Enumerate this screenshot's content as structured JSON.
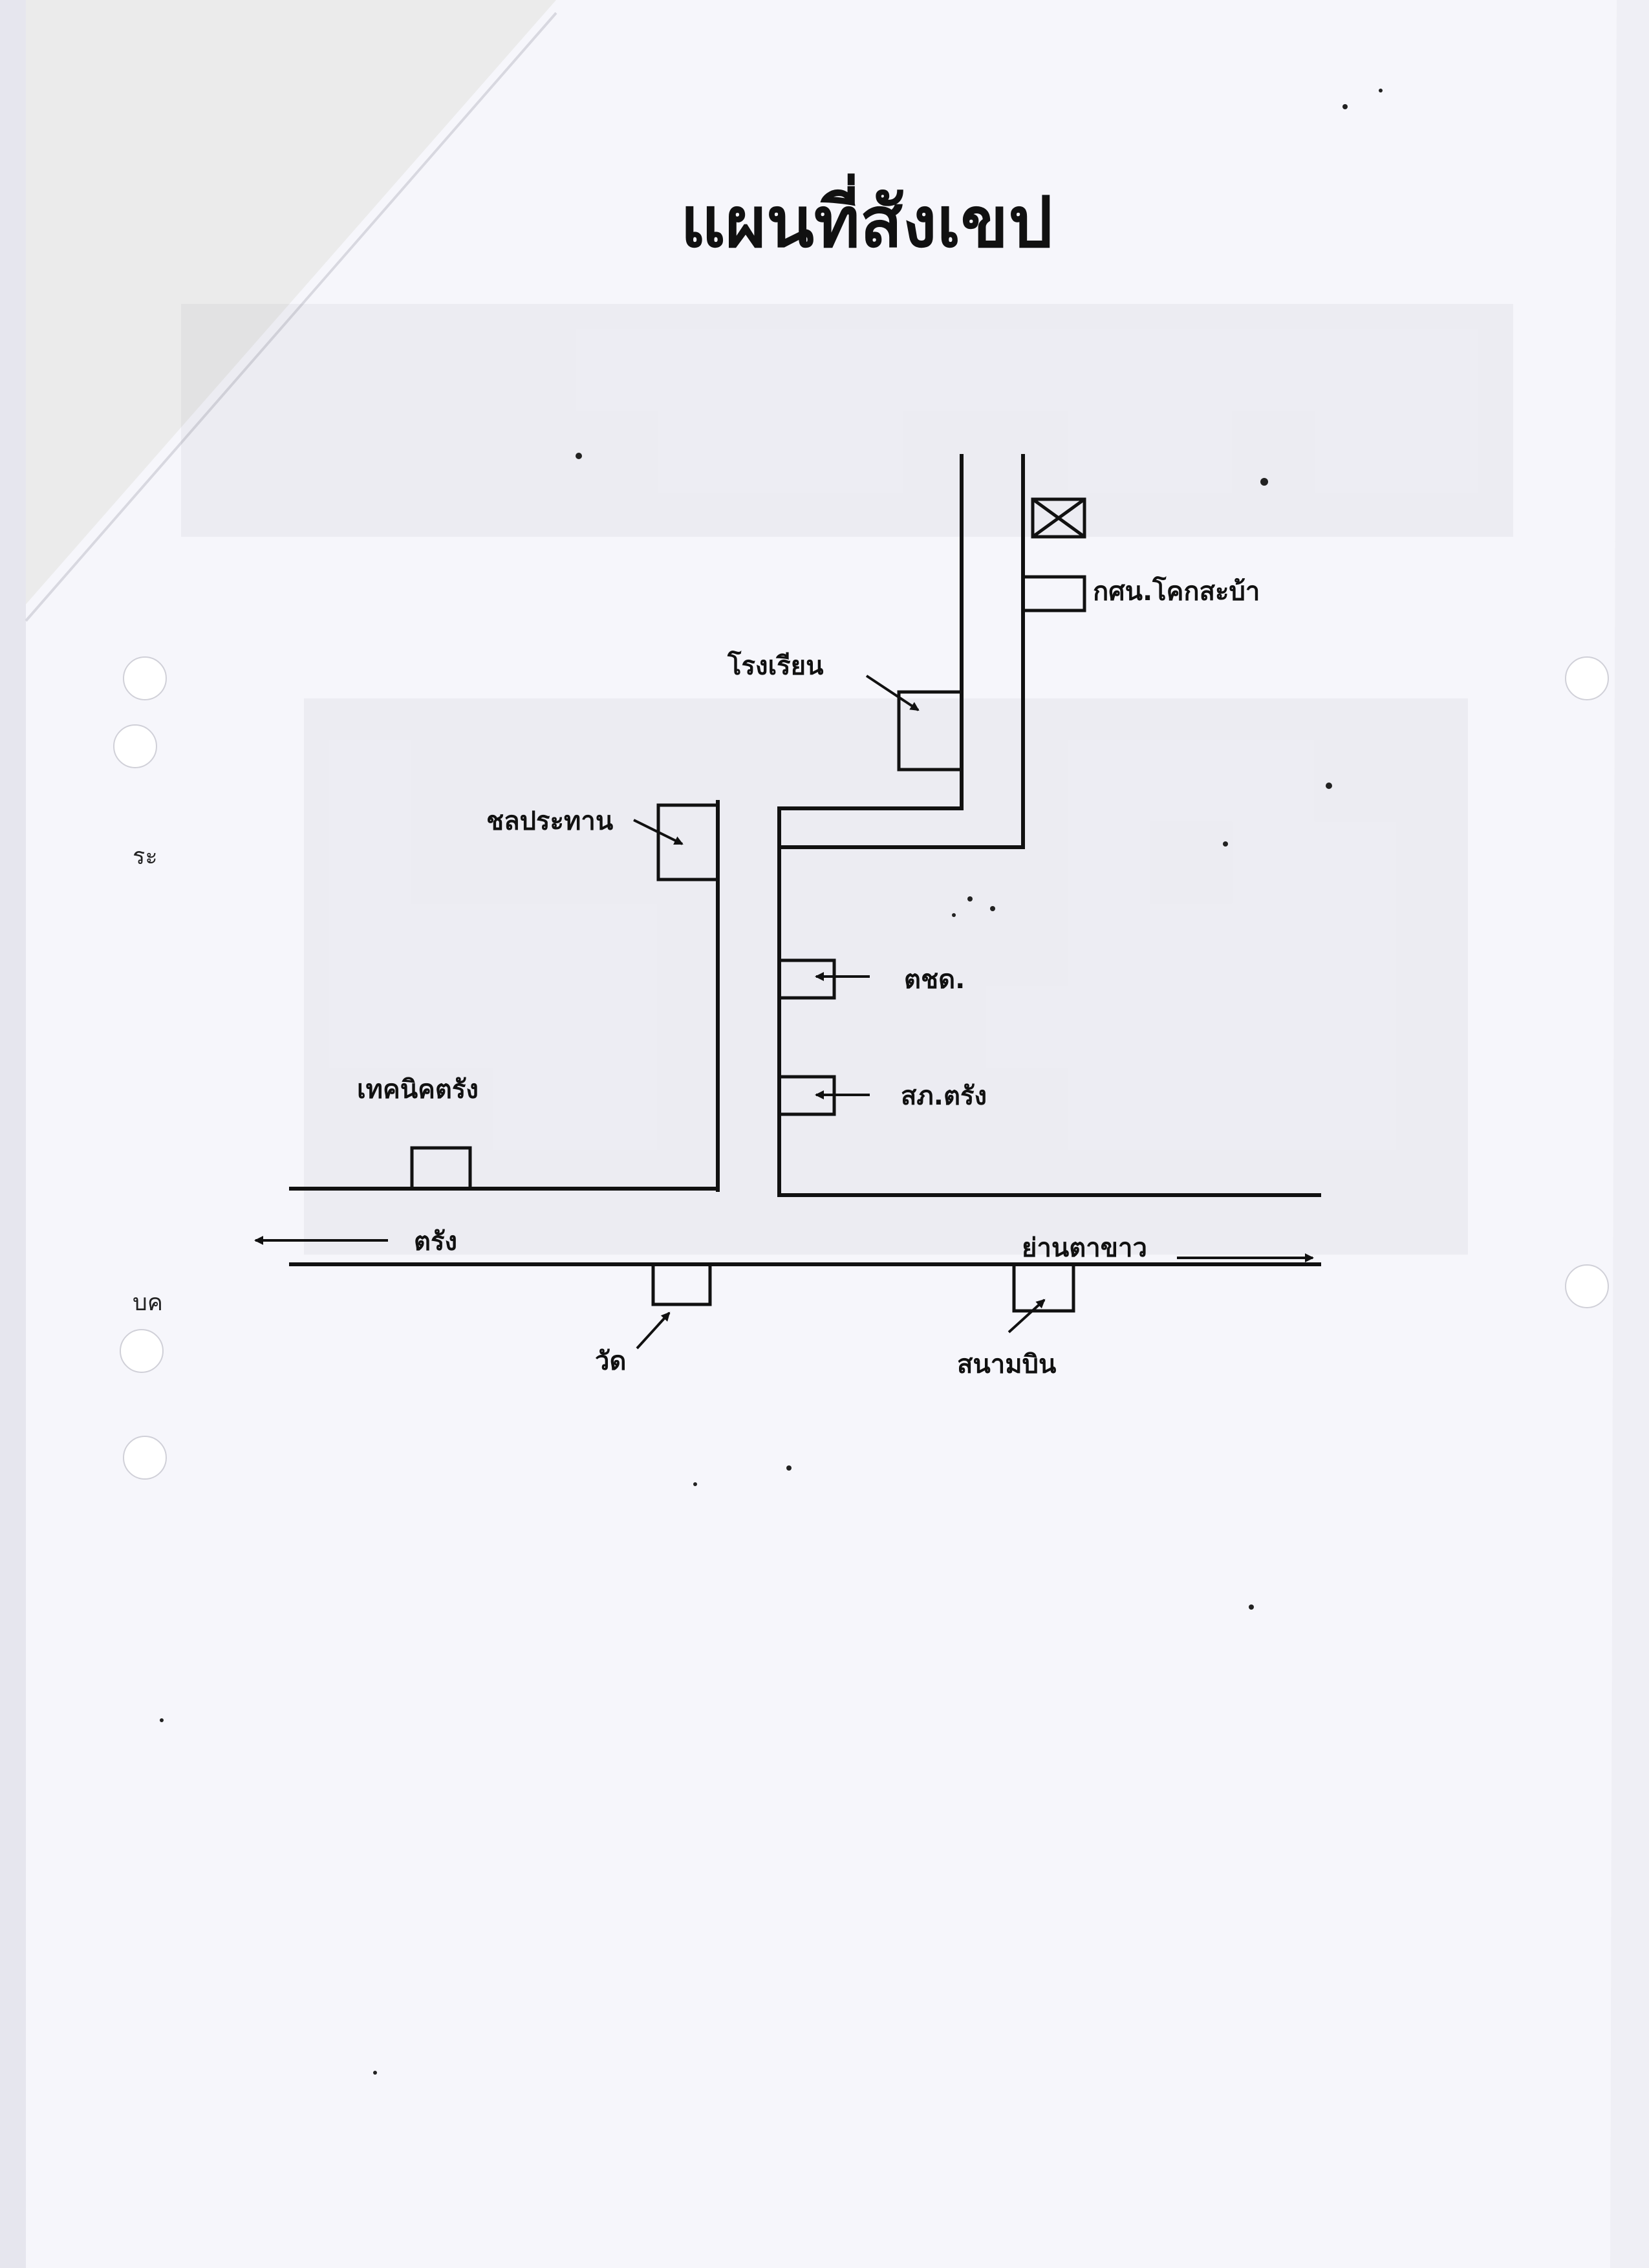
{
  "title": "แผนที่สังเขป",
  "map": {
    "labels": {
      "kson": "กศน.โคกสะบ้า",
      "school": "โรงเรียน",
      "irrigation": "ชลประทาน",
      "police_checkpoint": "ตชด.",
      "police_station": "สภ.ตรัง",
      "technical_college": "เทคนิคตรัง",
      "to_trang": "ตรัง",
      "to_yan_ta_khao": "ย่านตาขาว",
      "temple": "วัด",
      "airport": "สนามบิน"
    }
  },
  "margin_fragments": [
    "ระ",
    "บค"
  ]
}
